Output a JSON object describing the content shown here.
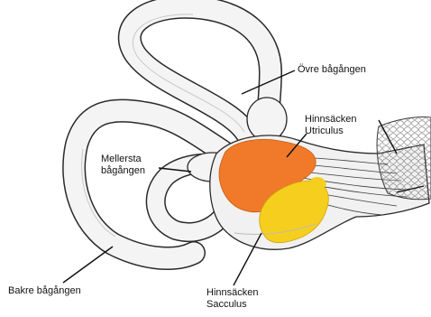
{
  "labels": {
    "ovre": "Övre bågången",
    "utriculus_line1": "Hinnsäcken",
    "utriculus_line2": "Utriculus",
    "mellersta_line1": "Mellersta",
    "mellersta_line2": "bågången",
    "bakre": "Bakre bågången",
    "sacculus_line1": "Hinnsäcken",
    "sacculus_line2": "Sacculus"
  },
  "colors": {
    "canal_fill": "#f4f4f4",
    "outline": "#2a2a2a",
    "utriculus": "#f07a2a",
    "sacculus": "#f6cf1e"
  }
}
